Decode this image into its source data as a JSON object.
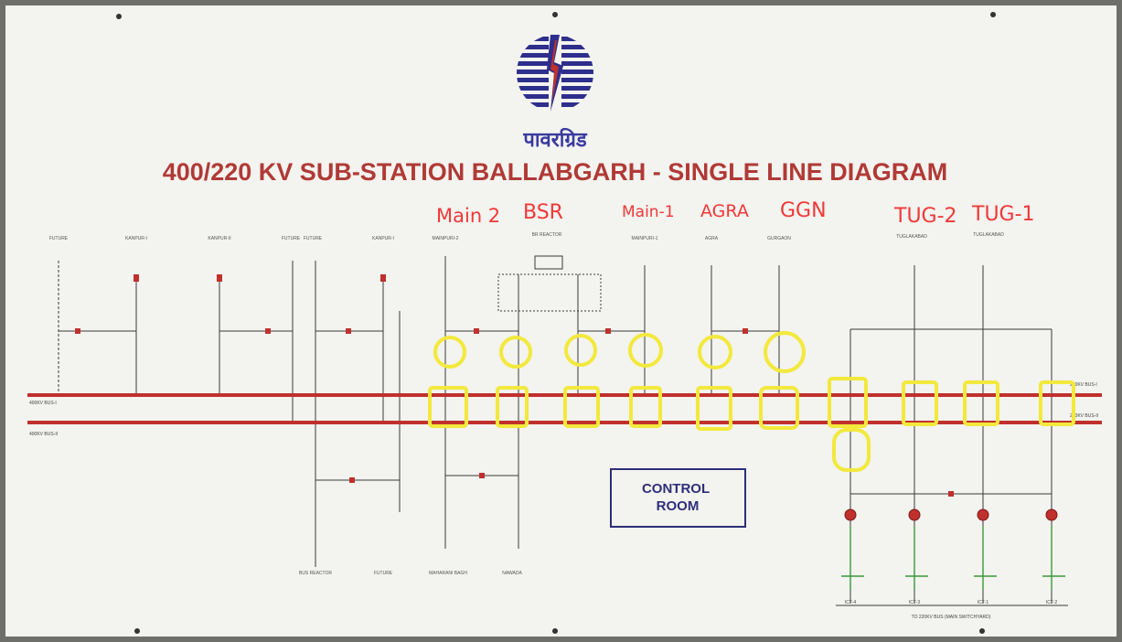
{
  "logo": {
    "hindi_name": "पावरग्रिड",
    "colors": {
      "blue": "#2e2e8c",
      "red": "#c0302c"
    }
  },
  "title": "400/220 KV SUB-STATION BALLABGARH - SINGLE LINE DIAGRAM",
  "annotations": [
    {
      "text": "Main 2"
    },
    {
      "text": "BSR"
    },
    {
      "text": "Main-1"
    },
    {
      "text": "AGRA"
    },
    {
      "text": "GGN"
    },
    {
      "text": "TUG-2"
    },
    {
      "text": "TUG-1"
    }
  ],
  "bays": [
    {
      "label": "FUTURE"
    },
    {
      "label": "KANPUR-I"
    },
    {
      "label": "KANPUR-II"
    },
    {
      "label": "FUTURE"
    },
    {
      "label": "FUTURE"
    },
    {
      "label": "KANPUR-I"
    },
    {
      "label": "MAINPURI-2"
    },
    {
      "label": "BR REACTOR"
    },
    {
      "label": "MAINPURI-1"
    },
    {
      "label": "AGRA"
    },
    {
      "label": "GURGAON"
    },
    {
      "label": "TUGLAKABAD"
    },
    {
      "label": "TUGLAKABAD"
    }
  ],
  "buses": {
    "bus_400_i": "400KV BUS-I",
    "bus_400_ii": "400KV BUS-II",
    "bus_220_i": "220KV BUS-I",
    "bus_220_ii": "220KV BUS-II"
  },
  "bottom_labels": [
    {
      "text": "BUS REACTOR"
    },
    {
      "text": "FUTURE"
    },
    {
      "text": "MAHARANI BAGH"
    },
    {
      "text": "NAWADA"
    }
  ],
  "ict_labels": [
    "ICT-4",
    "ICT-3",
    "ICT-1",
    "ICT-2"
  ],
  "footer_note": "TO 220KV BUS (MAIN SWITCHYARD)",
  "control_room": "CONTROL ROOM",
  "colors": {
    "board": "#f3f3ef",
    "bus": "#c0302c",
    "title": "#b03a36",
    "highlight": "#f2e93c",
    "annotation": "#f03838",
    "green_bay": "#3a9a3a",
    "control_room_border": "#2e2e7a"
  }
}
